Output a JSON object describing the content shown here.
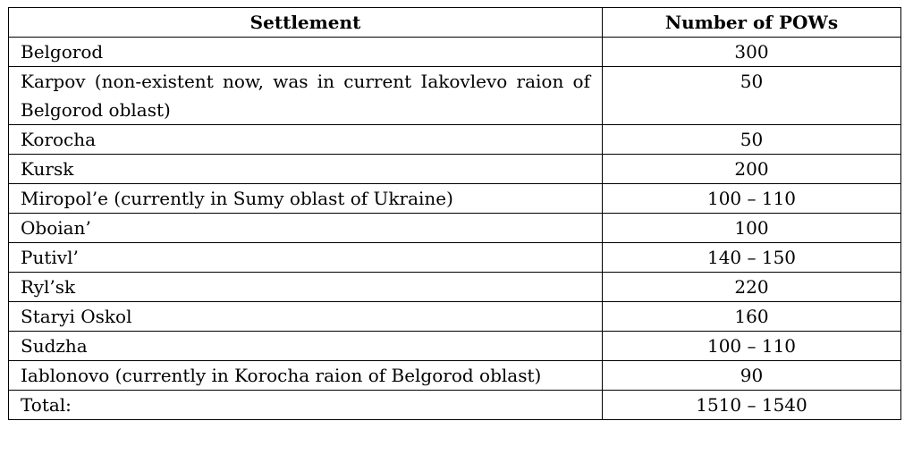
{
  "table": {
    "headers": {
      "settlement": "Settlement",
      "count": "Number of POWs"
    },
    "rows": [
      {
        "settlement": "Belgorod",
        "count": "300"
      },
      {
        "settlement": "Karpov (non-existent now, was in current Iakovlevo raion of Belgorod oblast)",
        "count": "50"
      },
      {
        "settlement": "Korocha",
        "count": "50"
      },
      {
        "settlement": "Kursk",
        "count": "200"
      },
      {
        "settlement": "Miropol’e (currently in Sumy oblast of Ukraine)",
        "count": "100 – 110"
      },
      {
        "settlement": "Oboian’",
        "count": "100"
      },
      {
        "settlement": "Putivl’",
        "count": "140 – 150"
      },
      {
        "settlement": "Ryl’sk",
        "count": "220"
      },
      {
        "settlement": "Staryi Oskol",
        "count": "160"
      },
      {
        "settlement": "Sudzha",
        "count": "100 – 110"
      },
      {
        "settlement": "Iablonovo (currently in Korocha raion of Belgorod oblast)",
        "count": "90"
      }
    ],
    "total": {
      "label": "Total:",
      "count": "1510 – 1540"
    }
  }
}
